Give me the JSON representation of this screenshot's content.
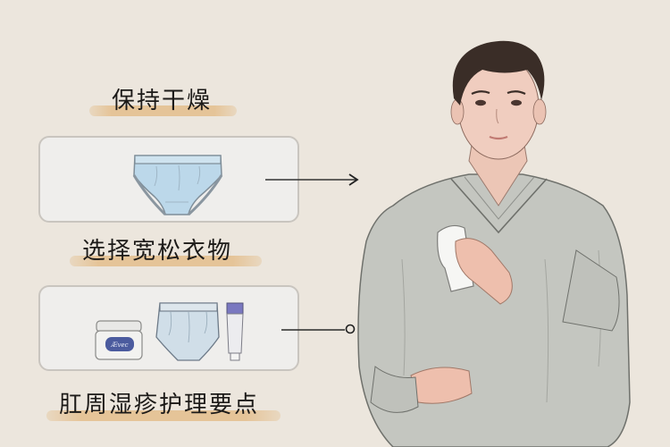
{
  "sections": [
    {
      "title": "保持干燥",
      "item": "briefs-underwear"
    },
    {
      "title": "选择宽松衣物",
      "items": [
        "cream-jar",
        "loose-underwear",
        "ointment-tube"
      ]
    },
    {
      "title": "肛周湿疹护理要点"
    }
  ],
  "cream_jar_label": "Ævec",
  "colors": {
    "background": "#ece6dd",
    "card": "#efeeec",
    "card_border": "#c9c5bf",
    "highlight": "#e4be8c",
    "underwear_blue": "#bcd8ea",
    "robe_gray": "#c4c6c0",
    "hair": "#3a2d27",
    "skin": "#f0cdbf",
    "tube_cap": "#7a78c0"
  }
}
